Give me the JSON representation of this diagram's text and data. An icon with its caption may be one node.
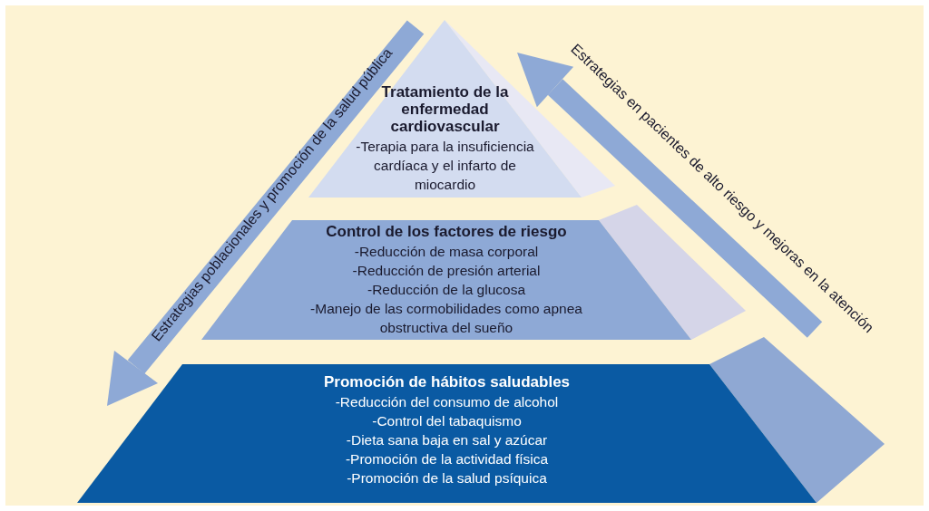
{
  "diagram": {
    "nodes": [
      {
        "text": [
          "Tratamiento de la enfermedad cardiovascular",
          "-Terapia para la insuficiencia cardíaca y el infarto de miocardio"
        ]
      },
      {
        "text": [
          "Control de los factores de riesgo",
          "-Reducción de masa corporal",
          "-Reducción de presión arterial",
          "-Reducción de la glucosa",
          "-Manejo de las cormobilidades como apnea obstructiva del sueño"
        ]
      },
      {
        "text": [
          "Promoción de hábitos saludables",
          "-Reducción del consumo de alcohol",
          "-Control del tabaquismo",
          "-Dieta sana baja en sal y azúcar",
          "-Promoción de la actividad física",
          "-Promoción de la salud psíquica"
        ]
      }
    ],
    "labels": [
      "Estrategias poblacionales y promoción de la salud pública",
      "Estrategias en pacientes de alto riesgo y mejoras en la atención"
    ]
  }
}
